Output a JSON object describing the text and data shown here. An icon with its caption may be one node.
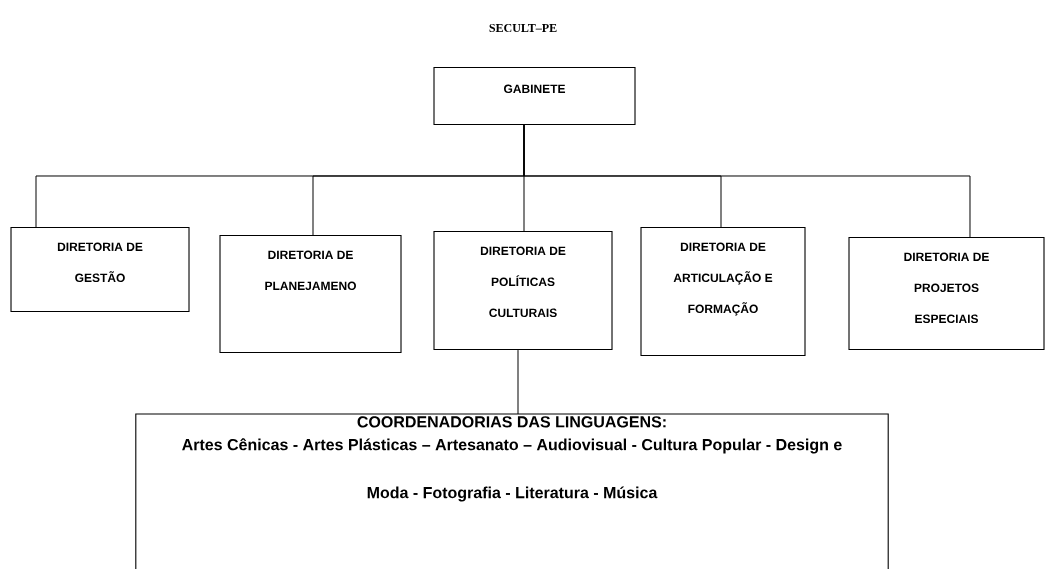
{
  "diagram": {
    "title": "SECULT–PE",
    "nodes": [
      {
        "text": [
          "GABINETE"
        ]
      },
      {
        "text": [
          "DIRETORIA DE GESTÃO"
        ]
      },
      {
        "text": [
          "DIRETORIA DE PLANEJAMENO"
        ]
      },
      {
        "text": [
          "DIRETORIA DE POLÍTICAS CULTURAIS"
        ]
      },
      {
        "text": [
          "DIRETORIA DE ARTICULAÇÃO E FORMAÇÃO"
        ]
      },
      {
        "text": [
          "DIRETORIA DE PROJETOS ESPECIAIS"
        ]
      },
      {
        "text": [
          "COORDENADORIAS DAS LINGUAGENS:",
          "Artes Cênicas - Artes Plásticas – Artesanato – Audiovisual - Cultura Popular - Design e Moda - Fotografia - Literatura - Música"
        ]
      }
    ],
    "edges": [
      {
        "from": 0,
        "to": 1,
        "arrow": "none"
      },
      {
        "from": 0,
        "to": 2,
        "arrow": "none"
      },
      {
        "from": 0,
        "to": 3,
        "arrow": "none"
      },
      {
        "from": 0,
        "to": 4,
        "arrow": "none"
      },
      {
        "from": 0,
        "to": 5,
        "arrow": "none"
      },
      {
        "from": 3,
        "to": 6,
        "arrow": "none"
      }
    ]
  }
}
